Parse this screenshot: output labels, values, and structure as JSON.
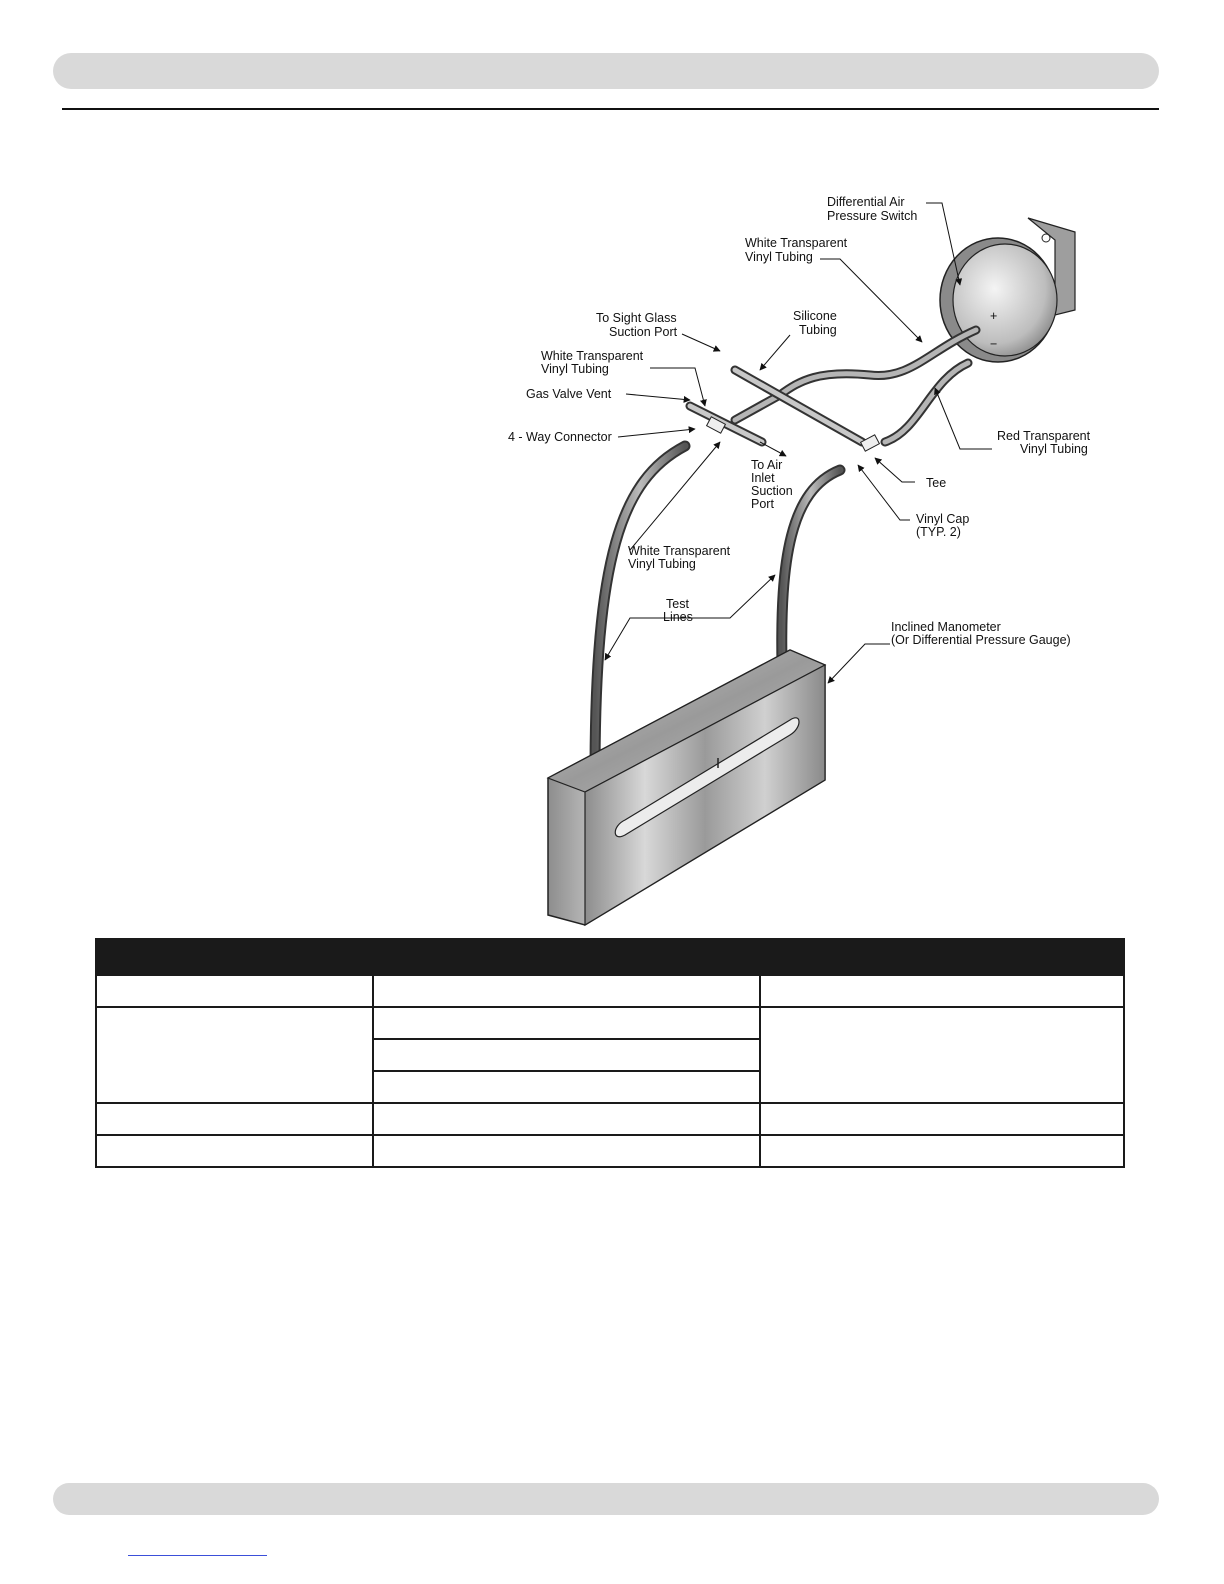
{
  "figure": {
    "labels": {
      "differential_air": "Differential Air",
      "pressure_switch": "Pressure Switch",
      "white_transparent_1": "White Transparent",
      "vinyl_tubing_1": "Vinyl Tubing",
      "to_sight_glass": "To Sight Glass",
      "suction_port": "Suction Port",
      "silicone": "Silicone",
      "tubing": "Tubing",
      "white_transparent_2": "White Transparent",
      "vinyl_tubing_2": "Vinyl Tubing",
      "gas_valve_vent": "Gas Valve Vent",
      "four_way_connector": "4 - Way Connector",
      "to_air": "To Air",
      "inlet": "Inlet",
      "suction": "Suction",
      "port": "Port",
      "red_transparent": "Red Transparent",
      "vinyl_tubing_red": "Vinyl Tubing",
      "tee": "Tee",
      "vinyl_cap": "Vinyl Cap",
      "typ2": "(TYP. 2)",
      "white_transparent_3": "White Transparent",
      "vinyl_tubing_3": "Vinyl Tubing",
      "test": "Test",
      "lines": "Lines",
      "inclined_manometer": "Inclined Manometer",
      "or_gauge": "(Or Differential Pressure Gauge)",
      "plus": "+",
      "minus": "−"
    }
  },
  "table": {
    "rows": [
      {
        "cells": [
          "",
          "",
          ""
        ]
      },
      {
        "cells": [
          "",
          "",
          ""
        ]
      },
      {
        "cells": [
          ""
        ]
      },
      {
        "cells": [
          ""
        ]
      },
      {
        "cells": [
          "",
          "",
          ""
        ]
      },
      {
        "cells": [
          "",
          "",
          ""
        ]
      }
    ]
  }
}
